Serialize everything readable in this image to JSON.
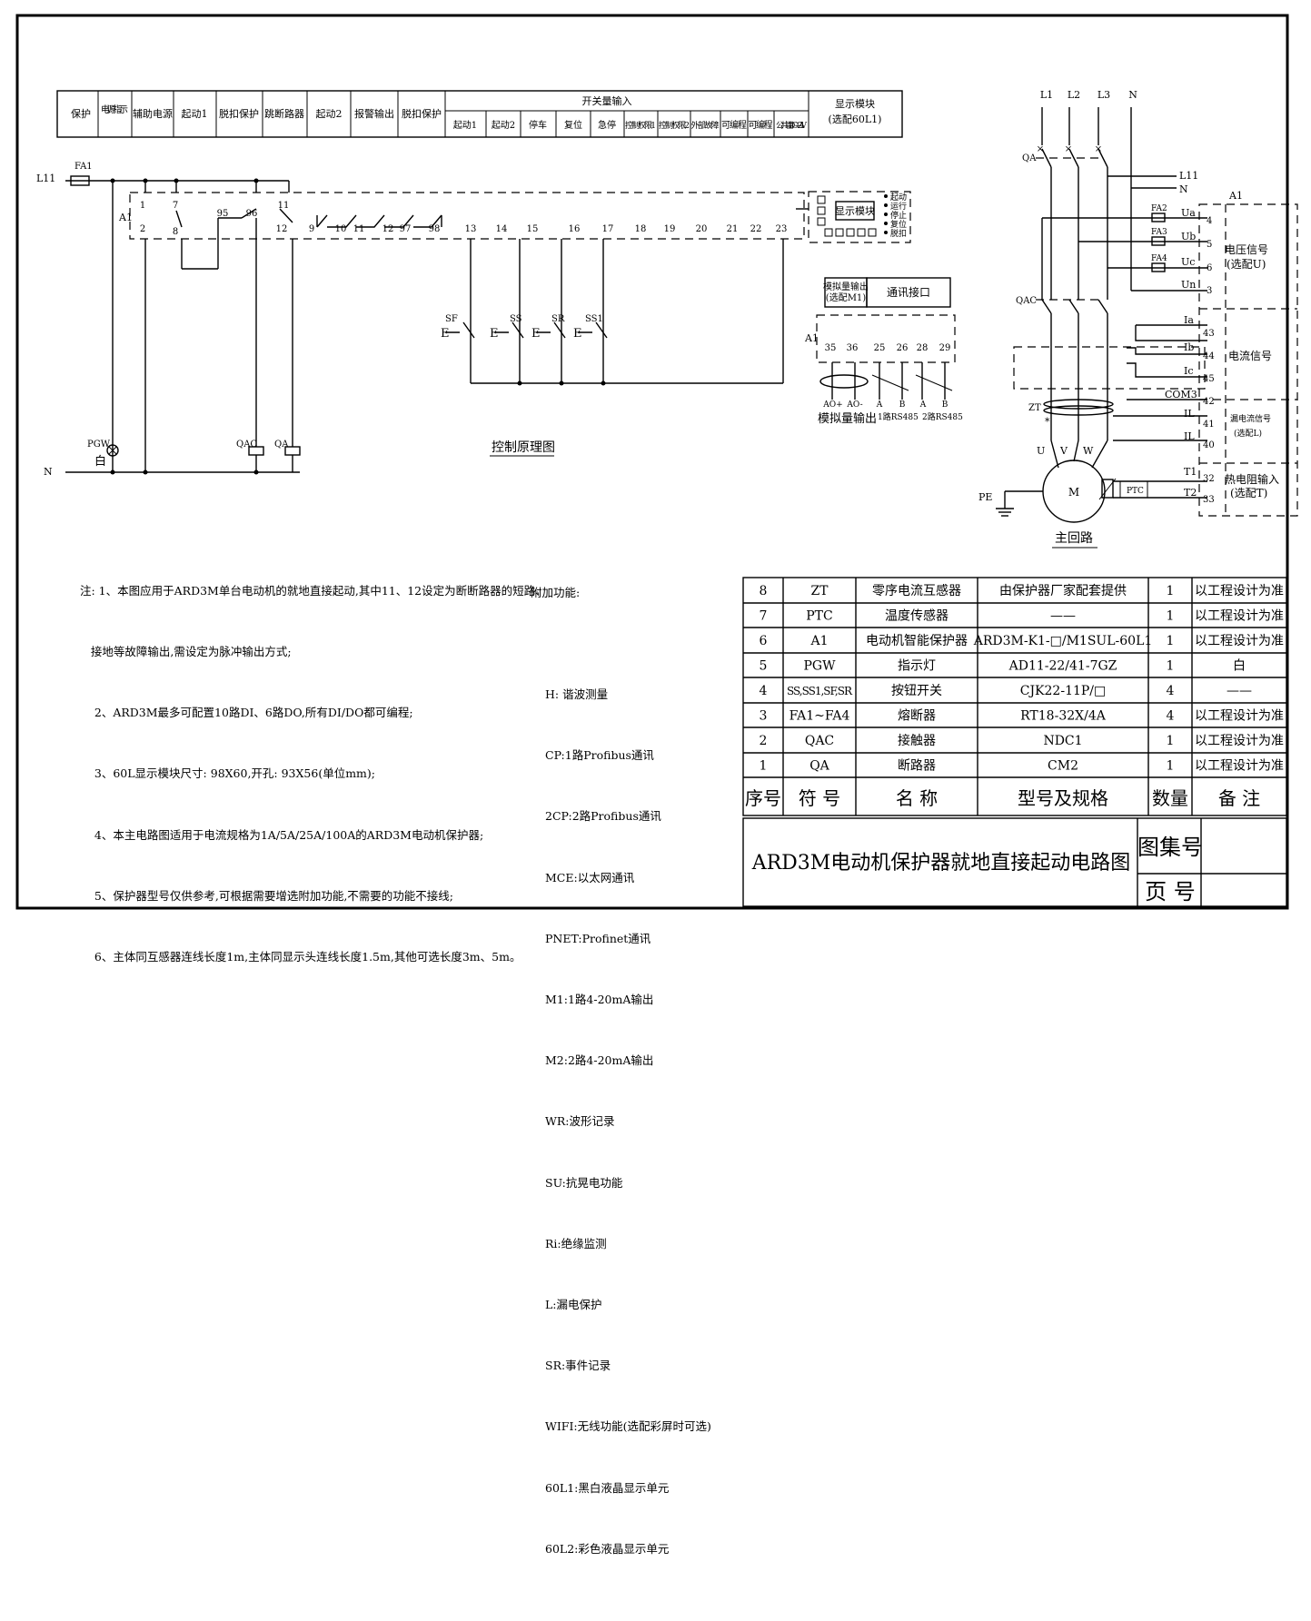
{
  "header_table": {
    "cols": [
      "保护",
      "电源指示",
      "辅助电源",
      "起动1",
      "脱扣保护",
      "跳断路器",
      "起动2",
      "报警输出",
      "脱扣保护"
    ],
    "group_title": "开关量输入",
    "sub_cols": [
      "起动1",
      "起动2",
      "停车",
      "复位",
      "急停",
      "控制权限1",
      "控制权限2",
      "外部故障",
      "可编程",
      "可编程",
      "公共端 DC+24V"
    ],
    "display_col": [
      "显示模块",
      "(选配60L1)"
    ]
  },
  "control": {
    "title": "控制原理图",
    "labels": {
      "l11": "L11",
      "n": "N",
      "fa1": "FA1",
      "a1": "A1",
      "pgw": "PGW",
      "white": "白",
      "qac": "QAC",
      "qa": "QA",
      "sf": "SF",
      "ss": "SS",
      "sr": "SR",
      "ss1": "SS1"
    },
    "top_terms": [
      "1",
      "7",
      "95",
      "96",
      "11"
    ],
    "bottom_terms": [
      "2",
      "8",
      "12",
      "9",
      "10",
      "11",
      "12",
      "97",
      "98",
      "13",
      "14",
      "15",
      "16",
      "17",
      "18",
      "19",
      "20",
      "21",
      "22",
      "23"
    ],
    "display_module": "显示模块",
    "led_labels": [
      "起动",
      "运行",
      "停止",
      "复位",
      "脱扣"
    ]
  },
  "comm": {
    "box_left": [
      "模拟量输出",
      "(选配M1)"
    ],
    "box_right": "通讯接口",
    "a1": "A1",
    "terms": [
      "35",
      "36",
      "25",
      "26",
      "28",
      "29"
    ],
    "sub_labels": [
      "AO+",
      "AO-",
      "A",
      "B",
      "A",
      "B"
    ],
    "analog_label": "模拟量输出",
    "rs485_1": "1路RS485",
    "rs485_2": "2路RS485"
  },
  "main_circuit": {
    "title": "主回路",
    "phases": [
      "L1",
      "L2",
      "L3",
      "N"
    ],
    "labels": {
      "qa": "QA",
      "qac": "QAC",
      "l11": "L11",
      "n": "N",
      "a1": "A1",
      "fa2": "FA2",
      "fa3": "FA3",
      "fa4": "FA4",
      "zt": "ZT",
      "pe": "PE",
      "m": "M",
      "ptc": "PTC",
      "u": "U",
      "v": "V",
      "w": "W",
      "star": "*"
    },
    "signal_rows": [
      {
        "left": "Ua",
        "num": "4"
      },
      {
        "left": "Ub",
        "num": "5"
      },
      {
        "left": "Uc",
        "num": "6"
      },
      {
        "left": "Un",
        "num": "3"
      },
      {
        "left": "Ia",
        "num": "43"
      },
      {
        "left": "Ib",
        "num": "44"
      },
      {
        "left": "Ic",
        "num": "45"
      },
      {
        "left": "COM3",
        "num": "42"
      },
      {
        "left": "IL",
        "num": "41"
      },
      {
        "left": "IL",
        "num": "40"
      },
      {
        "left": "T1",
        "num": "32"
      },
      {
        "left": "T2",
        "num": "33"
      }
    ],
    "group_labels": {
      "voltage": [
        "电压信号",
        "(选配U)"
      ],
      "current": "电流信号",
      "leakage": [
        "漏电流信号",
        "(选配L)"
      ],
      "thermal": [
        "热电阻输入",
        "(选配T)"
      ]
    }
  },
  "notes": {
    "items": [
      "注: 1、本图应用于ARD3M单台电动机的就地直接起动,其中11、12设定为断断路器的短路、",
      "   接地等故障输出,需设定为脉冲输出方式;",
      "    2、ARD3M最多可配置10路DI、6路DO,所有DI/DO都可编程;",
      "    3、60L显示模块尺寸: 98X60,开孔: 93X56(单位mm);",
      "    4、本主电路图适用于电流规格为1A/5A/25A/100A的ARD3M电动机保护器;",
      "    5、保护器型号仅供参考,可根据需要增选附加功能,不需要的功能不接线;",
      "    6、主体同互感器连线长度1m,主体同显示头连线长度1.5m,其他可选长度3m、5m。"
    ]
  },
  "functions": {
    "title": "附加功能:",
    "items": [
      "H: 谐波测量",
      "CP:1路Profibus通讯",
      "2CP:2路Profibus通讯",
      "MCE:以太网通讯",
      "PNET:Profinet通讯",
      "M1:1路4-20mA输出",
      "M2:2路4-20mA输出",
      "WR:波形记录",
      "SU:抗晃电功能",
      "Ri:绝缘监测",
      "L:漏电保护",
      "SR:事件记录",
      "WIFI:无线功能(选配彩屏时可选)",
      "60L1:黑白液晶显示单元",
      "60L2:彩色液晶显示单元"
    ]
  },
  "bom": {
    "rows": [
      [
        "8",
        "ZT",
        "零序电流互感器",
        "由保护器厂家配套提供",
        "1",
        "以工程设计为准"
      ],
      [
        "7",
        "PTC",
        "温度传感器",
        "——",
        "1",
        "以工程设计为准"
      ],
      [
        "6",
        "A1",
        "电动机智能保护器",
        "ARD3M-K1-□/M1SUL-60L1",
        "1",
        "以工程设计为准"
      ],
      [
        "5",
        "PGW",
        "指示灯",
        "AD11-22/41-7GZ",
        "1",
        "白"
      ],
      [
        "4",
        "SS,SS1,SF,SR",
        "按钮开关",
        "CJK22-11P/□",
        "4",
        "——"
      ],
      [
        "3",
        "FA1~FA4",
        "熔断器",
        "RT18-32X/4A",
        "4",
        "以工程设计为准"
      ],
      [
        "2",
        "QAC",
        "接触器",
        "NDC1",
        "1",
        "以工程设计为准"
      ],
      [
        "1",
        "QA",
        "断路器",
        "CM2",
        "1",
        "以工程设计为准"
      ]
    ],
    "header": [
      "序号",
      "符 号",
      "名 称",
      "型号及规格",
      "数量",
      "备 注"
    ]
  },
  "title_block": {
    "title": "ARD3M电动机保护器就地直接起动电路图",
    "atlas_no": "图集号",
    "page_no": "页 号"
  }
}
